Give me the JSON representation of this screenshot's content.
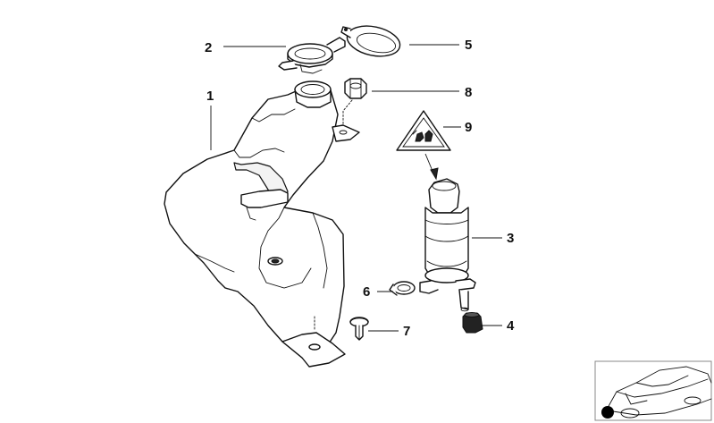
{
  "callouts": {
    "c1": "1",
    "c2": "2",
    "c3": "3",
    "c4": "4",
    "c5": "5",
    "c6": "6",
    "c7": "7",
    "c8": "8",
    "c9": "9"
  },
  "icons": {
    "warning_sign": "triangle-warning-icon",
    "vehicle_thumbnail": "car-location-thumbnail"
  },
  "colors": {
    "line": "#111111",
    "fill": "#ffffff",
    "marker": "#000000"
  }
}
